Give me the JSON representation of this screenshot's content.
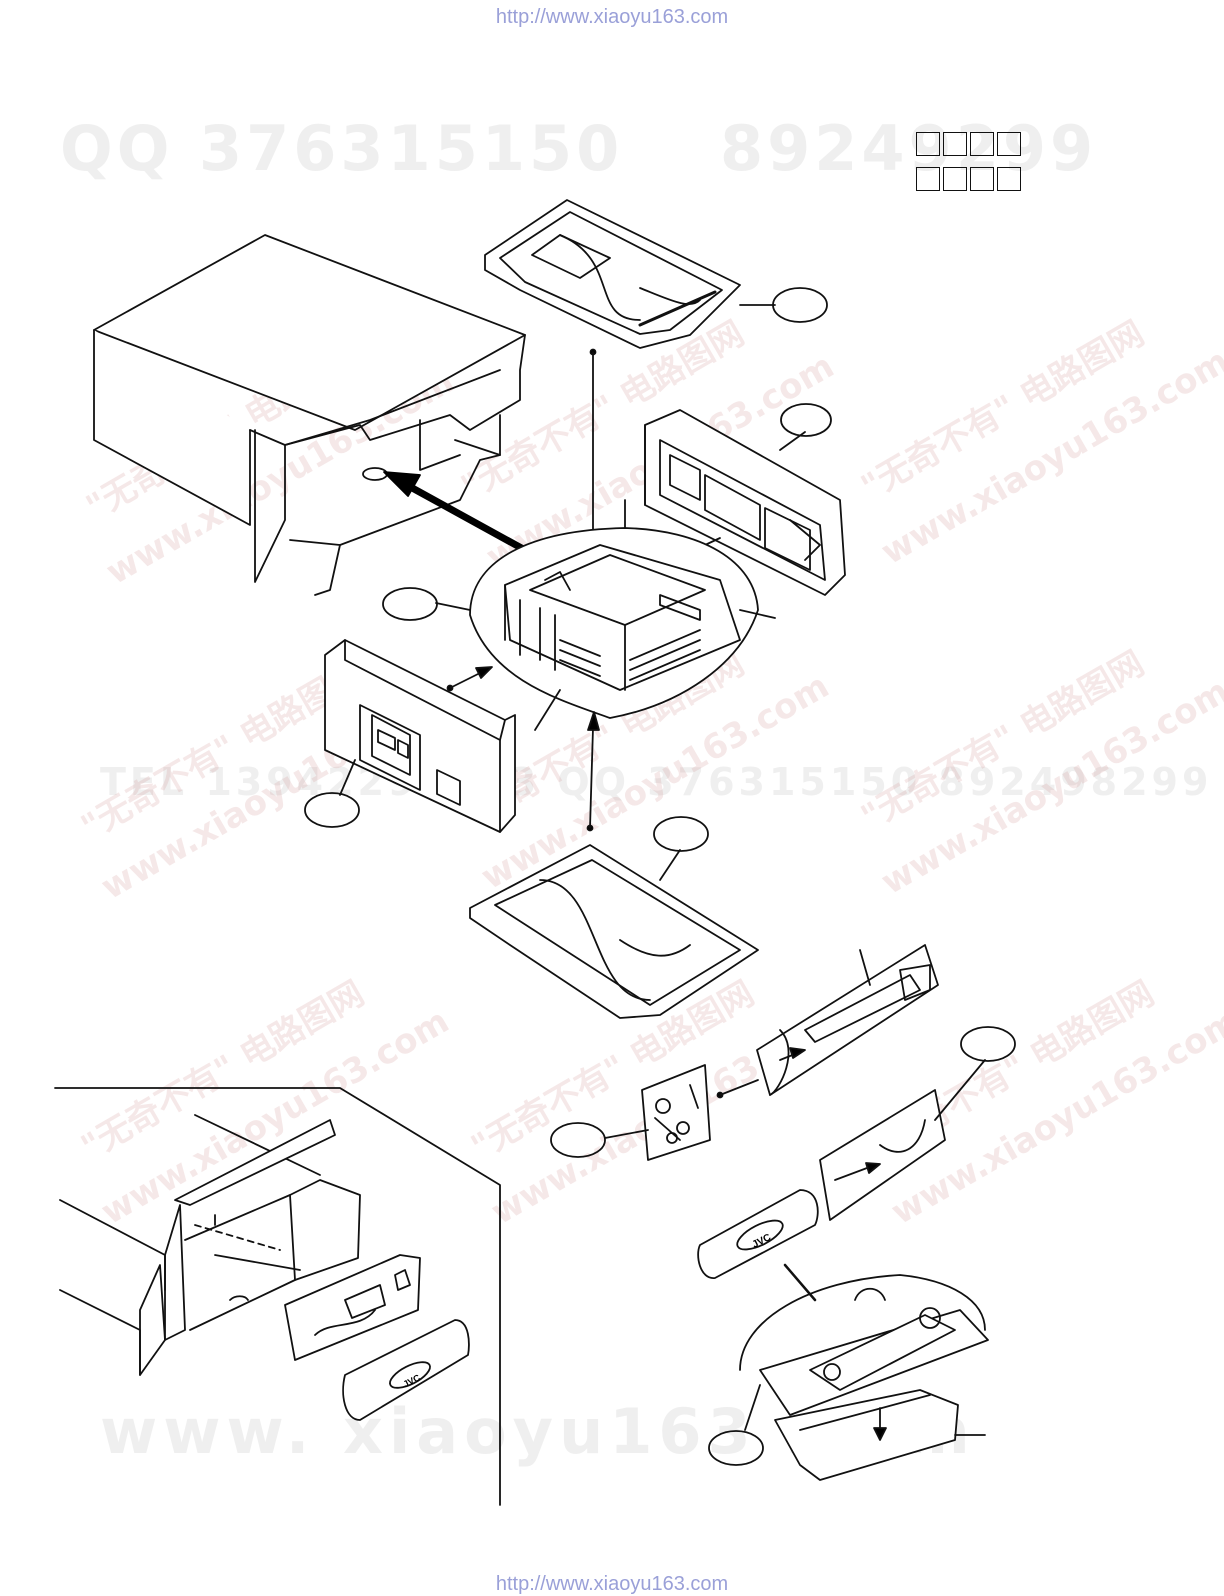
{
  "header": {
    "url": "http://www.xiaoyu163.com"
  },
  "footer": {
    "url": "http://www.xiaoyu163.com"
  },
  "watermarks": {
    "qq": "QQ 376315150",
    "number": "89249299",
    "tel_line": "TEL 13942296513   QQ 376315150   892498299",
    "www": "www. xiaoyu163 .com",
    "chinese": "\"无奇不有\" 电路图网",
    "site": "www.xiaoyu163.com"
  },
  "diagram": {
    "logo_text": "JVC",
    "title_boxes": 8
  }
}
